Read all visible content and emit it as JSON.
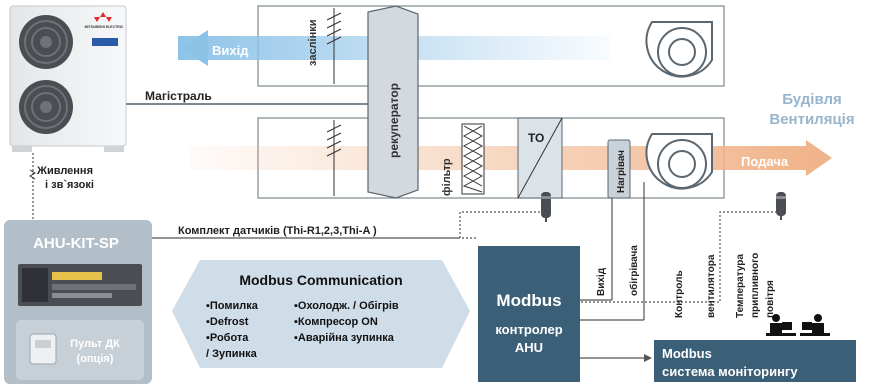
{
  "outdoor_unit": {
    "brand": "MITSUBISHI ELECTRIC"
  },
  "upper_duct": {
    "exhaust_label": "Вихід",
    "damper_label": "заслінки"
  },
  "recuperator_label": "рекуператор",
  "main_line_label": "Магістраль",
  "building": {
    "line1": "Будівля",
    "line2": "Вентиляція"
  },
  "lower_duct": {
    "filter_label": "фільтр",
    "heat_exchanger_label": "ТО",
    "heater_label": "Нагрівач",
    "supply_label": "Подача"
  },
  "power_link_label": {
    "line1": "Живлення",
    "line2": "і зв`язокі"
  },
  "sensor_kit_label": "Комплект датчиків (Thi-R1,2,3,Thi-A )",
  "kit_panel": {
    "title": "AHU-KIT-SP",
    "remote_line1": "Пульт ДК",
    "remote_line2": "(опція)"
  },
  "modbus_comm": {
    "title": "Modbus Communication",
    "left_items": [
      "▪Помилка",
      "▪Defrost",
      "▪Робота",
      " / Зупинка"
    ],
    "right_items": [
      "▪Охолодж. / Обігрів",
      "▪Компресор ON",
      "▪Аварійна зупинка"
    ]
  },
  "controller": {
    "line1": "Modbus",
    "line2": "контролер",
    "line3": "AHU"
  },
  "vertical_labels": {
    "heater_out": [
      "Вихід",
      "обігрівача"
    ],
    "fan_control": [
      "Контроль",
      "вентилятора"
    ],
    "supply_temp": [
      "Температура",
      "припливного",
      "повітря"
    ]
  },
  "monitoring": {
    "line1": "Modbus",
    "line2": "система моніторингу"
  },
  "colors": {
    "navy": "#3b5f77",
    "exhaust_arrow": "#8ec3e8",
    "supply_arrow": "#f0b48b",
    "kit_gray": "#b3bfc8",
    "comm_bg": "#cfdde9",
    "building_text": "#97b5cc"
  }
}
